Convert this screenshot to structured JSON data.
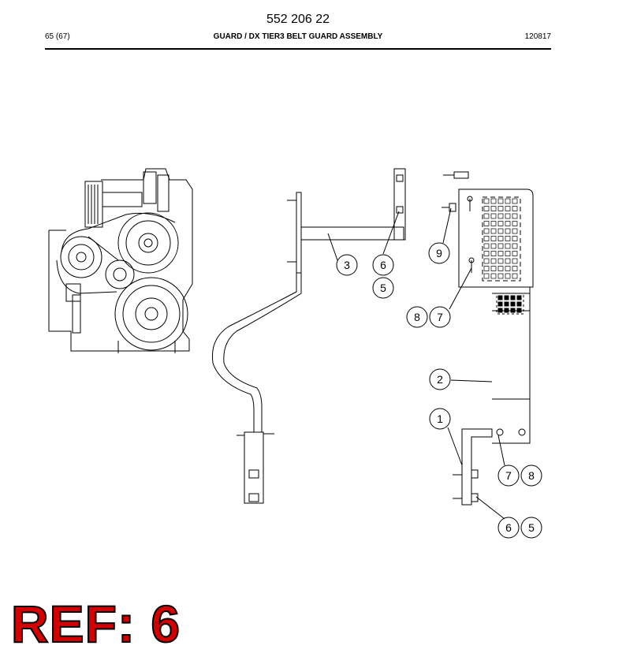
{
  "header": {
    "doc_number": "552 206 22",
    "page_indicator": "65 (67)",
    "title": "GUARD / DX TIER3 BELT GUARD ASSEMBLY",
    "date_code": "120817"
  },
  "callouts": [
    "3",
    "6",
    "5",
    "9",
    "8",
    "7",
    "2",
    "1",
    "7",
    "8",
    "6",
    "5"
  ],
  "ref_label": "REF: 6",
  "colors": {
    "ref_fill": "#d40000",
    "ref_outline": "#000000"
  }
}
